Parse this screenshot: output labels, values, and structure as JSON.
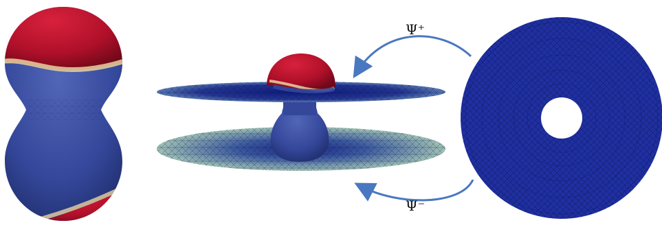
{
  "labels": {
    "psi_plus": "Ψ⁺",
    "psi_minus": "Ψ⁻"
  },
  "colors": {
    "red_phase": "#b0102a",
    "blue_phase": "#34479a",
    "mesh_blue": "#1a2a8a",
    "mesh_line": "#0a1460",
    "mesh_pale": "#a9c7b6",
    "arrow": "#4a78c0"
  },
  "panels": [
    {
      "name": "dumbbell-surface"
    },
    {
      "name": "double-disk-mesh"
    },
    {
      "name": "annulus-mesh"
    }
  ]
}
